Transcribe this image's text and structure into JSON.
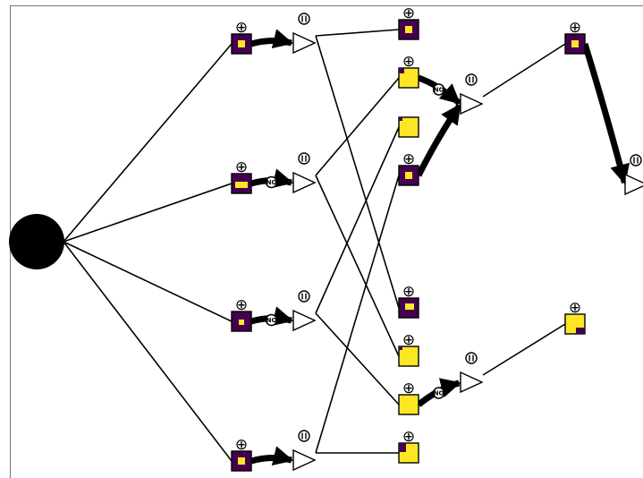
{
  "colors": {
    "background": "#ffffff",
    "border": "#666666",
    "line": "#000000",
    "dark_square": "#44004f",
    "yellow_square": "#fde725",
    "yellow_fill": "#fde725",
    "dark_fill": "#44004f",
    "triangle_fill": "#ffffff",
    "root": "#000000"
  },
  "labels": {
    "plus": "⊕",
    "unlabeled_tag": "Ⓤ",
    "no_tag": "NO"
  },
  "nodes": [
    {
      "id": "root",
      "kind": "root"
    },
    {
      "id": "s1",
      "kind": "square",
      "face": "dark",
      "fill": "yellow",
      "fill_corner": "center",
      "plus": true
    },
    {
      "id": "s2",
      "kind": "square",
      "face": "dark",
      "fill": "yellow",
      "fill_corner": "bottom",
      "plus": true
    },
    {
      "id": "s3",
      "kind": "square",
      "face": "dark",
      "fill": "yellow",
      "fill_corner": "center-small",
      "plus": true
    },
    {
      "id": "s4",
      "kind": "square",
      "face": "dark",
      "fill": "yellow",
      "fill_corner": "center",
      "plus": true
    },
    {
      "id": "t1",
      "kind": "triangle",
      "tag": "circle"
    },
    {
      "id": "t2",
      "kind": "triangle",
      "tag": "circle"
    },
    {
      "id": "t3",
      "kind": "triangle",
      "tag": "circle"
    },
    {
      "id": "t4",
      "kind": "triangle",
      "tag": "circle"
    },
    {
      "id": "c1",
      "kind": "square",
      "face": "dark",
      "fill": "yellow",
      "fill_corner": "center",
      "plus": true
    },
    {
      "id": "c2",
      "kind": "square",
      "face": "yellow",
      "fill": "dark",
      "fill_corner": "top-left-small",
      "plus": true
    },
    {
      "id": "c3",
      "kind": "square",
      "face": "yellow",
      "fill": "dark",
      "fill_corner": "top-left-tiny",
      "plus": false
    },
    {
      "id": "c4",
      "kind": "square",
      "face": "dark",
      "fill": "yellow",
      "fill_corner": "center",
      "plus": true
    },
    {
      "id": "c5",
      "kind": "square",
      "face": "dark",
      "fill": "yellow",
      "fill_corner": "top-right-rect",
      "plus": true
    },
    {
      "id": "c6",
      "kind": "square",
      "face": "yellow",
      "fill": "dark",
      "fill_corner": "top-left-tiny",
      "plus": true
    },
    {
      "id": "c7",
      "kind": "square",
      "face": "yellow",
      "fill": "dark",
      "fill_corner": "none",
      "plus": true
    },
    {
      "id": "c8",
      "kind": "square",
      "face": "yellow",
      "fill": "dark",
      "fill_corner": "top-left-l",
      "plus": true
    },
    {
      "id": "t5",
      "kind": "triangle",
      "tag": "circle"
    },
    {
      "id": "t6",
      "kind": "triangle",
      "tag": "circle"
    },
    {
      "id": "f1",
      "kind": "square",
      "face": "dark",
      "fill": "yellow",
      "fill_corner": "center",
      "plus": true
    },
    {
      "id": "t7",
      "kind": "triangle",
      "tag": "circle"
    },
    {
      "id": "f2",
      "kind": "square",
      "face": "yellow",
      "fill": "dark",
      "fill_corner": "bottom-right",
      "plus": true
    }
  ],
  "edges": [
    {
      "from": "root",
      "to": "s1",
      "style": "line"
    },
    {
      "from": "root",
      "to": "s2",
      "style": "line"
    },
    {
      "from": "root",
      "to": "s3",
      "style": "line"
    },
    {
      "from": "root",
      "to": "s4",
      "style": "line"
    },
    {
      "from": "s1",
      "to": "t1",
      "style": "arrow"
    },
    {
      "from": "s2",
      "to": "t2",
      "style": "arrow-no"
    },
    {
      "from": "s3",
      "to": "t3",
      "style": "arrow-no"
    },
    {
      "from": "s4",
      "to": "t4",
      "style": "arrow"
    },
    {
      "from": "t1",
      "to": "c1",
      "style": "line"
    },
    {
      "from": "t1",
      "to": "c5",
      "style": "line"
    },
    {
      "from": "t2",
      "to": "c2",
      "style": "line"
    },
    {
      "from": "t2",
      "to": "c6",
      "style": "line"
    },
    {
      "from": "t3",
      "to": "c3",
      "style": "line"
    },
    {
      "from": "t3",
      "to": "c7",
      "style": "line"
    },
    {
      "from": "t4",
      "to": "c4",
      "style": "line"
    },
    {
      "from": "t4",
      "to": "c8",
      "style": "line"
    },
    {
      "from": "c2",
      "to": "t5",
      "style": "arrow-no"
    },
    {
      "from": "c4",
      "to": "t5",
      "style": "arrow"
    },
    {
      "from": "c7",
      "to": "t6",
      "style": "arrow-no"
    },
    {
      "from": "t5",
      "to": "f1",
      "style": "line"
    },
    {
      "from": "f1",
      "to": "t7",
      "style": "arrow"
    },
    {
      "from": "t6",
      "to": "f2",
      "style": "line"
    }
  ]
}
